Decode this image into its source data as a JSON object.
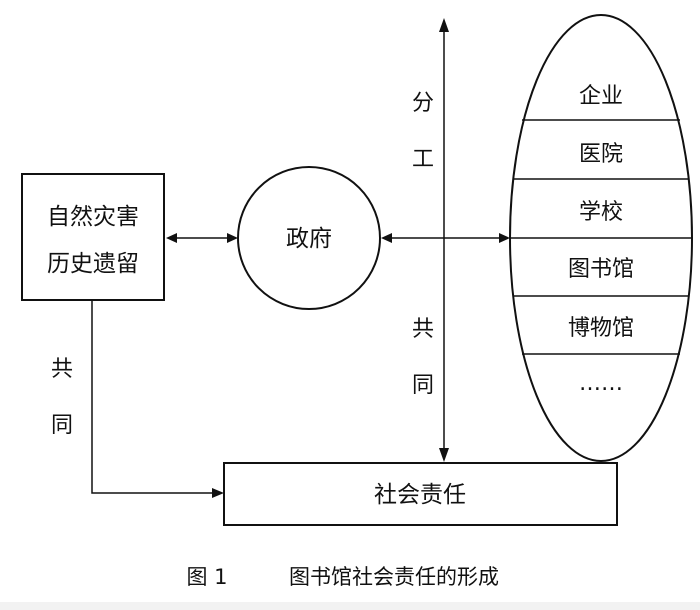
{
  "nodes": {
    "disaster_box": {
      "line1": "自然灾害",
      "line2": "历史遗留"
    },
    "government": "政府",
    "social_responsibility": "社会责任",
    "institutions": [
      "企业",
      "医院",
      "学校",
      "图书馆",
      "博物馆",
      "……"
    ]
  },
  "labels": {
    "division_of_labor": [
      "分",
      "工"
    ],
    "together_axis": [
      "共",
      "同"
    ],
    "together_left": [
      "共",
      "同"
    ]
  },
  "caption": {
    "number": "图 1",
    "text": "图书馆社会责任的形成"
  }
}
